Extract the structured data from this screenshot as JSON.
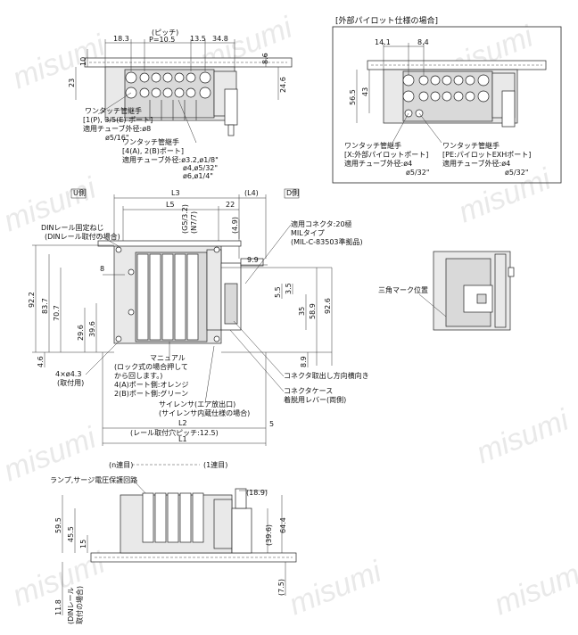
{
  "watermark": "misumi",
  "labels": {
    "top_pitch_label": "(ピッチ)",
    "top_pitch_value": "P=10.5",
    "dim_18_3": "18.3",
    "dim_13_5": "13.5",
    "dim_34_8": "34.8",
    "dim_10": "10",
    "dim_23": "23",
    "dim_8_6": "8.6",
    "dim_24_6": "24.6",
    "fitting1_title": "ワンタッチ管継手",
    "fitting1_ports": "[1(P), 3/5(E) ポート]",
    "fitting1_tube": "適用チューブ外径:ø8",
    "fitting1_inch": "ø5/16\"",
    "fitting2_title": "ワンタッチ管継手",
    "fitting2_ports": "[4(A), 2(B)ポート]",
    "fitting2_tube": "適用チューブ外径:ø3.2,ø1/8\"",
    "fitting2_tube2": "ø4,ø5/32\"",
    "fitting2_tube3": "ø6,ø1/4\"",
    "ext_title": "[外部パイロット仕様の場合]",
    "ext_dim_14_1": "14.1",
    "ext_dim_8_4": "8.4",
    "ext_dim_56_5": "56.5",
    "ext_dim_43": "43",
    "ext_fit1_title": "ワンタッチ管継手",
    "ext_fit1_port": "[X:外部パイロットポート]",
    "ext_fit1_tube": "適用チューブ外径:ø4",
    "ext_fit1_inch": "ø5/32\"",
    "ext_fit2_title": "ワンタッチ管継手",
    "ext_fit2_port": "[PE:パイロットEXHポート]",
    "ext_fit2_tube": "適用チューブ外径:ø4",
    "ext_fit2_inch": "ø5/32\"",
    "u_side": "U側",
    "d_side": "D側",
    "l3": "L3",
    "l4": "(L4)",
    "l5": "L5",
    "dim_22": "22",
    "din_screw": "DINレール固定ねじ",
    "din_screw2": "(DINレール取付の場合)",
    "g_note": "(G5/3.2)",
    "n_note": "(N7/7)",
    "dim_4_9": "(4.9)",
    "connector1": "適用コネクタ:20極",
    "connector2": "MILタイプ",
    "connector3": "(MIL-C-83503準拠品)",
    "dim_9_9": "9.9",
    "dim_8": "8",
    "dim_92_2": "92.2",
    "dim_83_7": "83.7",
    "dim_70_7": "70.7",
    "dim_29_6": "29.6",
    "dim_39_6": "39.6",
    "dim_4_6": "4.6",
    "dim_35": "35",
    "dim_58_9": "58.9",
    "dim_92_6": "92.6",
    "dim_8_9": "8.9",
    "dim_5_5": "5.5",
    "dim_3_5": "3.5",
    "holes": "4×ø4.3",
    "holes2": "(取付用)",
    "manual": "マニュアル",
    "manual2": "(ロック式の場合押して",
    "manual3": "から回します。)",
    "manual4": "4(A)ポート側:オレンジ",
    "manual5": "2(B)ポート側:グリーン",
    "conn_dir": "コネクタ取出し方向横向き",
    "case": "コネクタケース",
    "case2": "着脱用レバー(両側)",
    "silencer": "サイレンサ(エア放出口)",
    "silencer2": "(サイレンサ内蔵仕様の場合)",
    "l2": "L2",
    "dim_5": "5",
    "rail_pitch": "(レール取付穴ピッチ:12.5)",
    "l1": "L1",
    "triangle": "三角マーク位置",
    "n_station": "(n連目)",
    "one_station": "(1連目)",
    "lamp": "ランプ,サージ電圧保護回路",
    "dim_18_9": "(18.9)",
    "dim_59_5": "59.5",
    "dim_45_5": "45.5",
    "dim_15": "15",
    "dim_39_6b": "(39.6)",
    "dim_64_4": "64.4",
    "dim_11_8": "11.8",
    "din_attach": "(DINレール",
    "din_attach2": "取付の場合)",
    "dim_7_5": "(7.5)"
  }
}
